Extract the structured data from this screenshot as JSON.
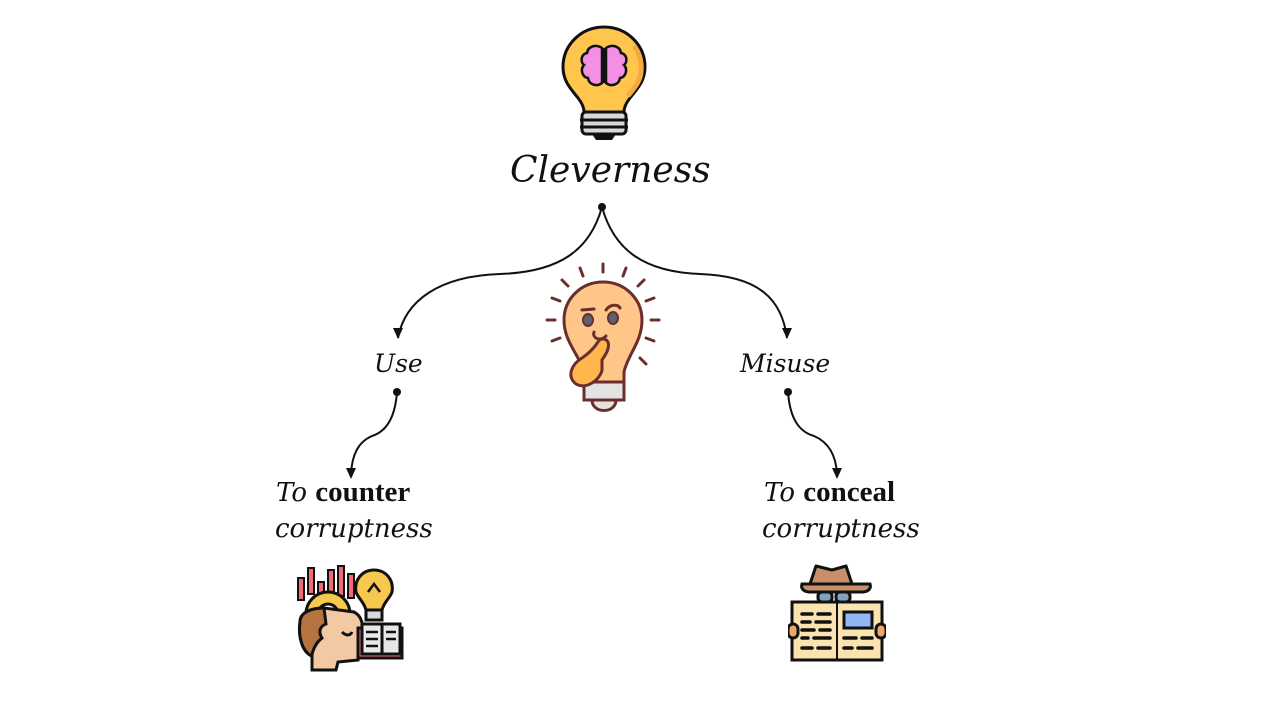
{
  "root": {
    "label": "Cleverness",
    "icon": "lightbulb-brain-icon"
  },
  "center_icon": "thinking-lightbulb-icon",
  "branches": [
    {
      "label": "Use",
      "outcome_prefix": "To",
      "outcome_verb": "counter",
      "outcome_object": "corruptness",
      "icon": "mind-gear-book-icon"
    },
    {
      "label": "Misuse",
      "outcome_prefix": "To",
      "outcome_verb": "conceal",
      "outcome_object": "corruptness",
      "icon": "spy-newspaper-icon"
    }
  ],
  "colors": {
    "line": "#111111",
    "bulb_yellow": "#FFC54D",
    "brain_pink": "#F48FE6",
    "face_bulb": "#FFC68A",
    "outline_brown": "#6B2E2A",
    "hat": "#C98F6B",
    "paper": "#FBE3B0",
    "screen_blue": "#8FB8F2"
  }
}
